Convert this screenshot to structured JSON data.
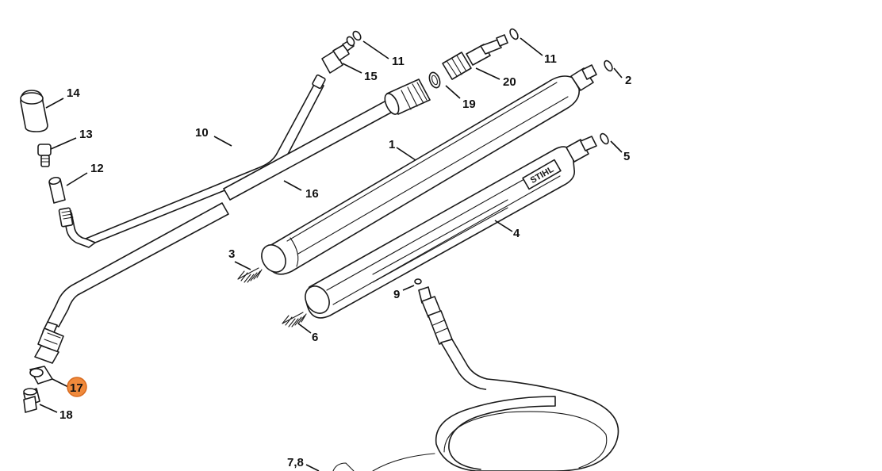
{
  "diagram": {
    "highlight_color": "#f08a3c",
    "selected_part": "17",
    "callouts": {
      "p1": "1",
      "p2": "2",
      "p3": "3",
      "p4": "4",
      "p5": "5",
      "p6": "6",
      "p78": "7,8",
      "p9": "9",
      "p10": "10",
      "p11a": "11",
      "p11b": "11",
      "p12": "12",
      "p13": "13",
      "p14": "14",
      "p15": "15",
      "p16": "16",
      "p17": "17",
      "p18": "18",
      "p19": "19",
      "p20": "20"
    },
    "brand_mark": "STIHL"
  }
}
